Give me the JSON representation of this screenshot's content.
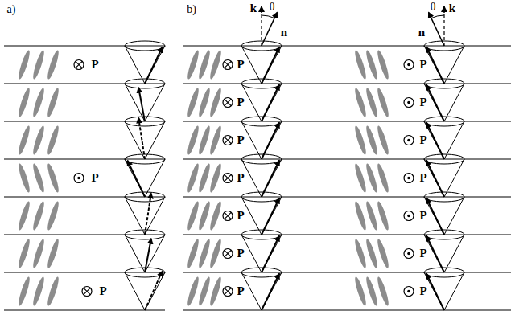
{
  "diagram": {
    "labels": [
      "a)",
      "b)",
      "P",
      "P",
      "P",
      "k",
      "θ",
      "n",
      "P",
      "P",
      "P",
      "P",
      "P",
      "P",
      "P",
      "θ",
      "k",
      "n",
      "P",
      "P",
      "P",
      "P",
      "P",
      "P",
      "P"
    ]
  }
}
